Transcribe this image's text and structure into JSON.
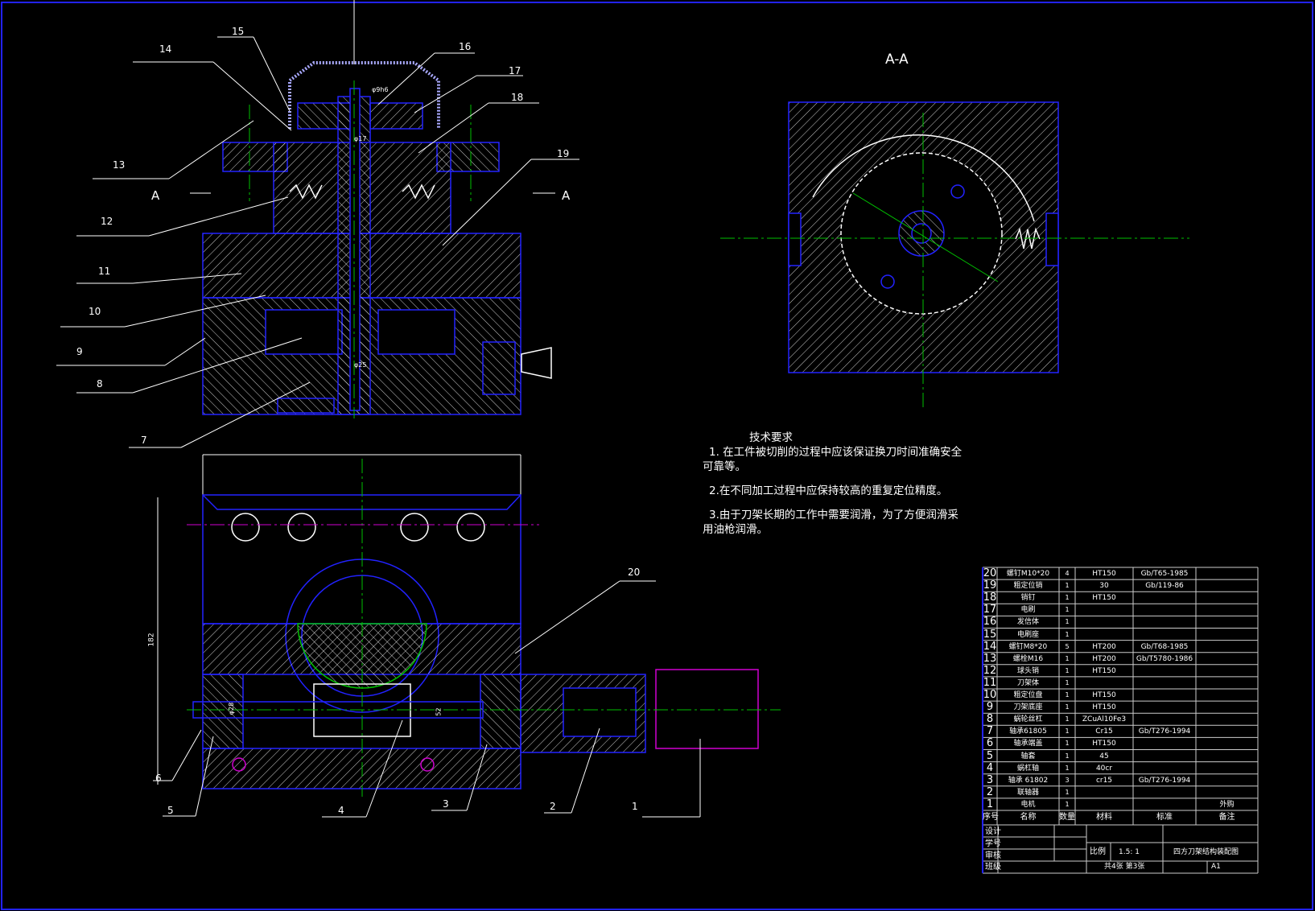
{
  "section_labels": {
    "a_left": "A",
    "a_right": "A",
    "section_title": "A-A"
  },
  "callouts": [
    "1",
    "2",
    "3",
    "4",
    "5",
    "6",
    "7",
    "8",
    "9",
    "10",
    "11",
    "12",
    "13",
    "14",
    "15",
    "16",
    "17",
    "18",
    "19",
    "20"
  ],
  "dimensions": {
    "height": "182",
    "shaft_dia": "φ28",
    "dim52": "52",
    "top_dia": "φ9h6",
    "mid_dia": "φ17",
    "low_dia": "φ25"
  },
  "tech_requirements": {
    "title": "技术要求",
    "items": [
      "1. 在工件被切削的过程中应该保证换刀时间准确安全可靠等。",
      "2.在不同加工过程中应保持较高的重复定位精度。",
      "3.由于刀架长期的工作中需要润滑，为了方便润滑采用油枪润滑。"
    ]
  },
  "bom": {
    "headers": [
      "序号",
      "名称",
      "数量",
      "材料",
      "标准",
      "备注"
    ],
    "rows": [
      [
        "20",
        "螺钉M10*20",
        "4",
        "HT150",
        "Gb/T65-1985",
        ""
      ],
      [
        "19",
        "粗定位销",
        "1",
        "30",
        "Gb/119-86",
        ""
      ],
      [
        "18",
        "销钉",
        "1",
        "HT150",
        "",
        ""
      ],
      [
        "17",
        "电刷",
        "1",
        "",
        "",
        ""
      ],
      [
        "16",
        "发信体",
        "1",
        "",
        "",
        ""
      ],
      [
        "15",
        "电刷座",
        "1",
        "",
        "",
        ""
      ],
      [
        "14",
        "螺钉M8*20",
        "5",
        "HT200",
        "Gb/T68-1985",
        ""
      ],
      [
        "13",
        "螺栓M16",
        "1",
        "HT200",
        "Gb/T5780-1986",
        ""
      ],
      [
        "12",
        "球头销",
        "1",
        "HT150",
        "",
        ""
      ],
      [
        "11",
        "刀架体",
        "1",
        "",
        "",
        ""
      ],
      [
        "10",
        "粗定位盘",
        "1",
        "HT150",
        "",
        ""
      ],
      [
        "9",
        "刀架底座",
        "1",
        "HT150",
        "",
        ""
      ],
      [
        "8",
        "蜗轮丝杠",
        "1",
        "ZCuAl10Fe3",
        "",
        ""
      ],
      [
        "7",
        "轴承61805",
        "1",
        "Cr15",
        "Gb/T276-1994",
        ""
      ],
      [
        "6",
        "轴承端盖",
        "1",
        "HT150",
        "",
        ""
      ],
      [
        "5",
        "轴套",
        "1",
        "45",
        "",
        ""
      ],
      [
        "4",
        "蜗杠轴",
        "1",
        "40cr",
        "",
        ""
      ],
      [
        "3",
        "轴承 61802",
        "3",
        "cr15",
        "Gb/T276-1994",
        ""
      ],
      [
        "2",
        "联轴器",
        "1",
        "",
        "",
        ""
      ],
      [
        "1",
        "电机",
        "1",
        "",
        "",
        "外购"
      ]
    ]
  },
  "title_block": {
    "design": "设计",
    "student_no": "学号",
    "review": "审核",
    "class": "班级",
    "scale_label": "比例",
    "scale": "1.5: 1",
    "drawing_title": "四方刀架结构装配图",
    "sheets": "共4张  第3张",
    "size": "A1"
  },
  "colors": {
    "outline": "#2222ff",
    "hatch": "#ffffff",
    "center": "#00c000",
    "magenta": "#d000d0",
    "background": "#000000"
  }
}
